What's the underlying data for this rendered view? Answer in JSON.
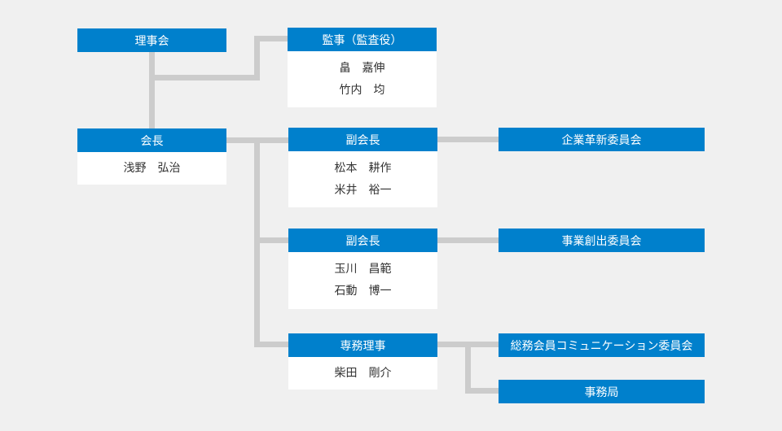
{
  "board": {
    "title": "理事会"
  },
  "auditor": {
    "title": "監事（監査役）",
    "members": [
      "畠　嘉伸",
      "竹内　均"
    ]
  },
  "chairman": {
    "title": "会長",
    "members": [
      "浅野　弘治"
    ]
  },
  "vice1": {
    "title": "副会長",
    "members": [
      "松本　耕作",
      "米井　裕一"
    ]
  },
  "vice2": {
    "title": "副会長",
    "members": [
      "玉川　昌範",
      "石動　博一"
    ]
  },
  "managing": {
    "title": "専務理事",
    "members": [
      "柴田　剛介"
    ]
  },
  "committees": {
    "reform": "企業革新委員会",
    "creation": "事業創出委員会",
    "communication": "総務会員コミュニケーション委員会",
    "office": "事務局"
  },
  "colors": {
    "box_header": "#0080cc",
    "connector": "#cccccc",
    "background": "#f0f0f0"
  }
}
